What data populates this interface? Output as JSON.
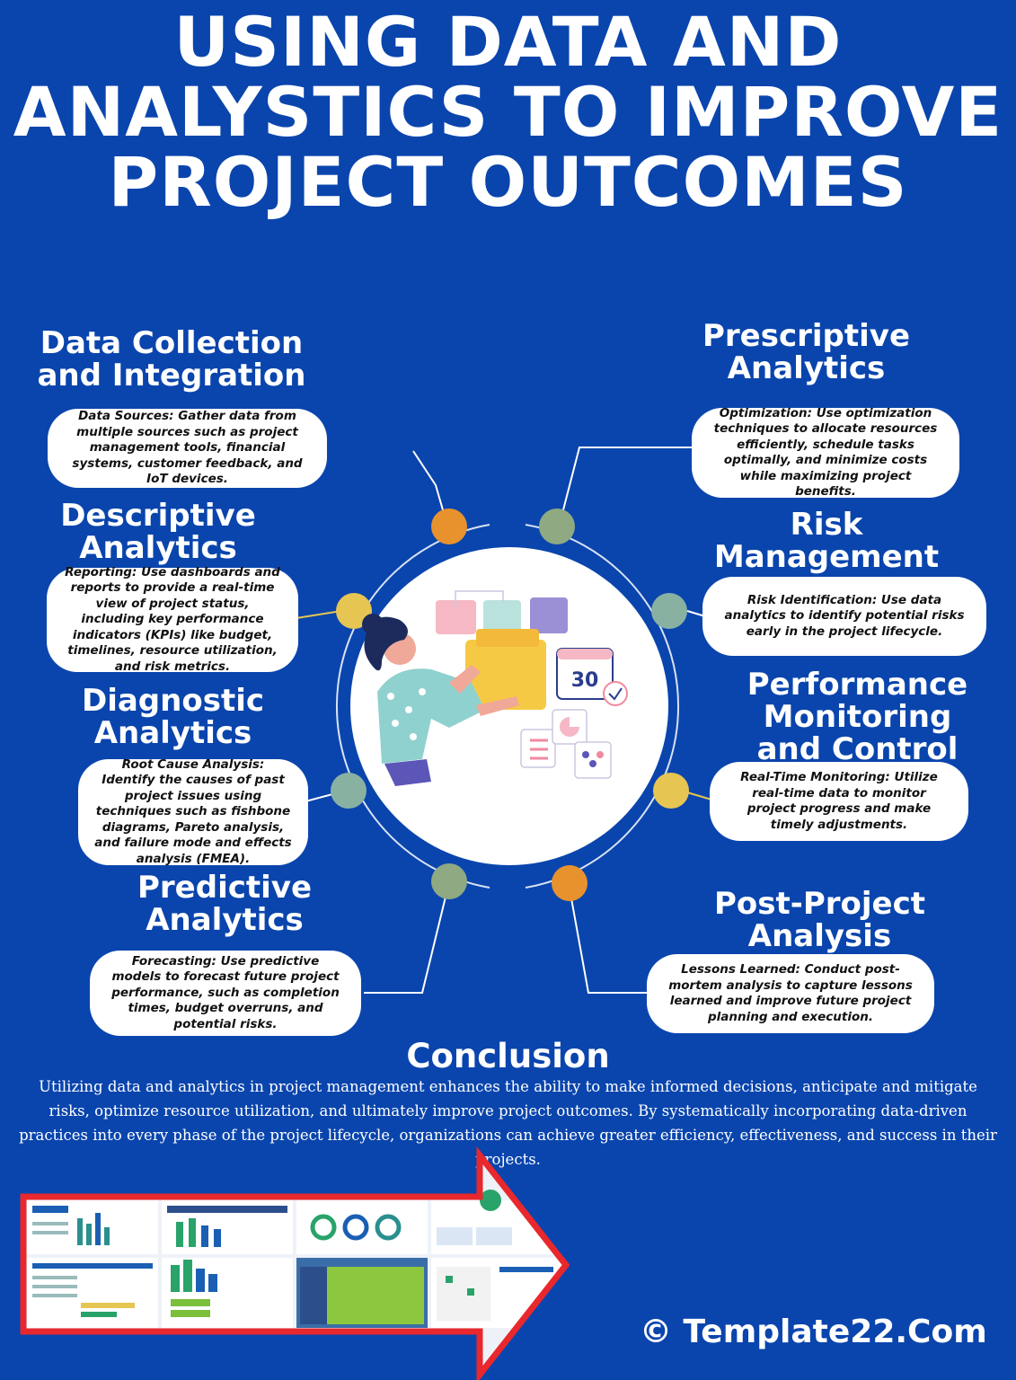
{
  "title": "USING DATA AND ANALYSTICS TO IMPROVE PROJECT OUTCOMES",
  "sections": {
    "data_collection": {
      "title": "Data Collection and Integration",
      "text": "Data Sources: Gather data from multiple sources such as project management tools, financial systems, customer feedback, and IoT devices."
    },
    "descriptive": {
      "title": "Descriptive Analytics",
      "text": "Reporting: Use dashboards and reports to provide a real-time view of project status, including key performance indicators (KPIs) like budget, timelines, resource utilization, and risk metrics."
    },
    "diagnostic": {
      "title": "Diagnostic Analytics",
      "text": "Root Cause Analysis: Identify the causes of past project issues using techniques such as fishbone diagrams, Pareto analysis, and failure mode and effects analysis (FMEA)."
    },
    "predictive": {
      "title": "Predictive Analytics",
      "text": "Forecasting: Use predictive models to forecast future project performance, such as completion times, budget overruns, and potential risks."
    },
    "prescriptive": {
      "title": "Prescriptive Analytics",
      "text": "Optimization: Use optimization techniques to allocate resources efficiently, schedule tasks optimally, and minimize costs while maximizing project benefits."
    },
    "risk": {
      "title": "Risk Management",
      "text": "Risk Identification: Use data analytics to identify potential risks early in the project lifecycle."
    },
    "performance": {
      "title": "Performance Monitoring and Control",
      "text": "Real-Time Monitoring: Utilize real-time data to monitor project progress and make timely adjustments."
    },
    "post_project": {
      "title": "Post-Project Analysis",
      "text": "Lessons Learned: Conduct post-mortem analysis to capture lessons learned and improve future project planning and execution."
    }
  },
  "illustration": {
    "calendar_day": "30"
  },
  "conclusion": {
    "title": "Conclusion",
    "text": "Utilizing data and analytics in project management enhances the ability to make informed decisions, anticipate and mitigate risks, optimize resource utilization, and ultimately improve project outcomes. By systematically incorporating data-driven practices into every phase of the project lifecycle, organizations can achieve greater efficiency, effectiveness, and success in their projects."
  },
  "brand": "© Template22.Com",
  "colors": {
    "background": "#0a45ad",
    "orange": "#e8922e",
    "sage": "#8fa982",
    "teal": "#88b1a2",
    "yellow": "#e6c552",
    "arrow_border": "#e8282d"
  }
}
